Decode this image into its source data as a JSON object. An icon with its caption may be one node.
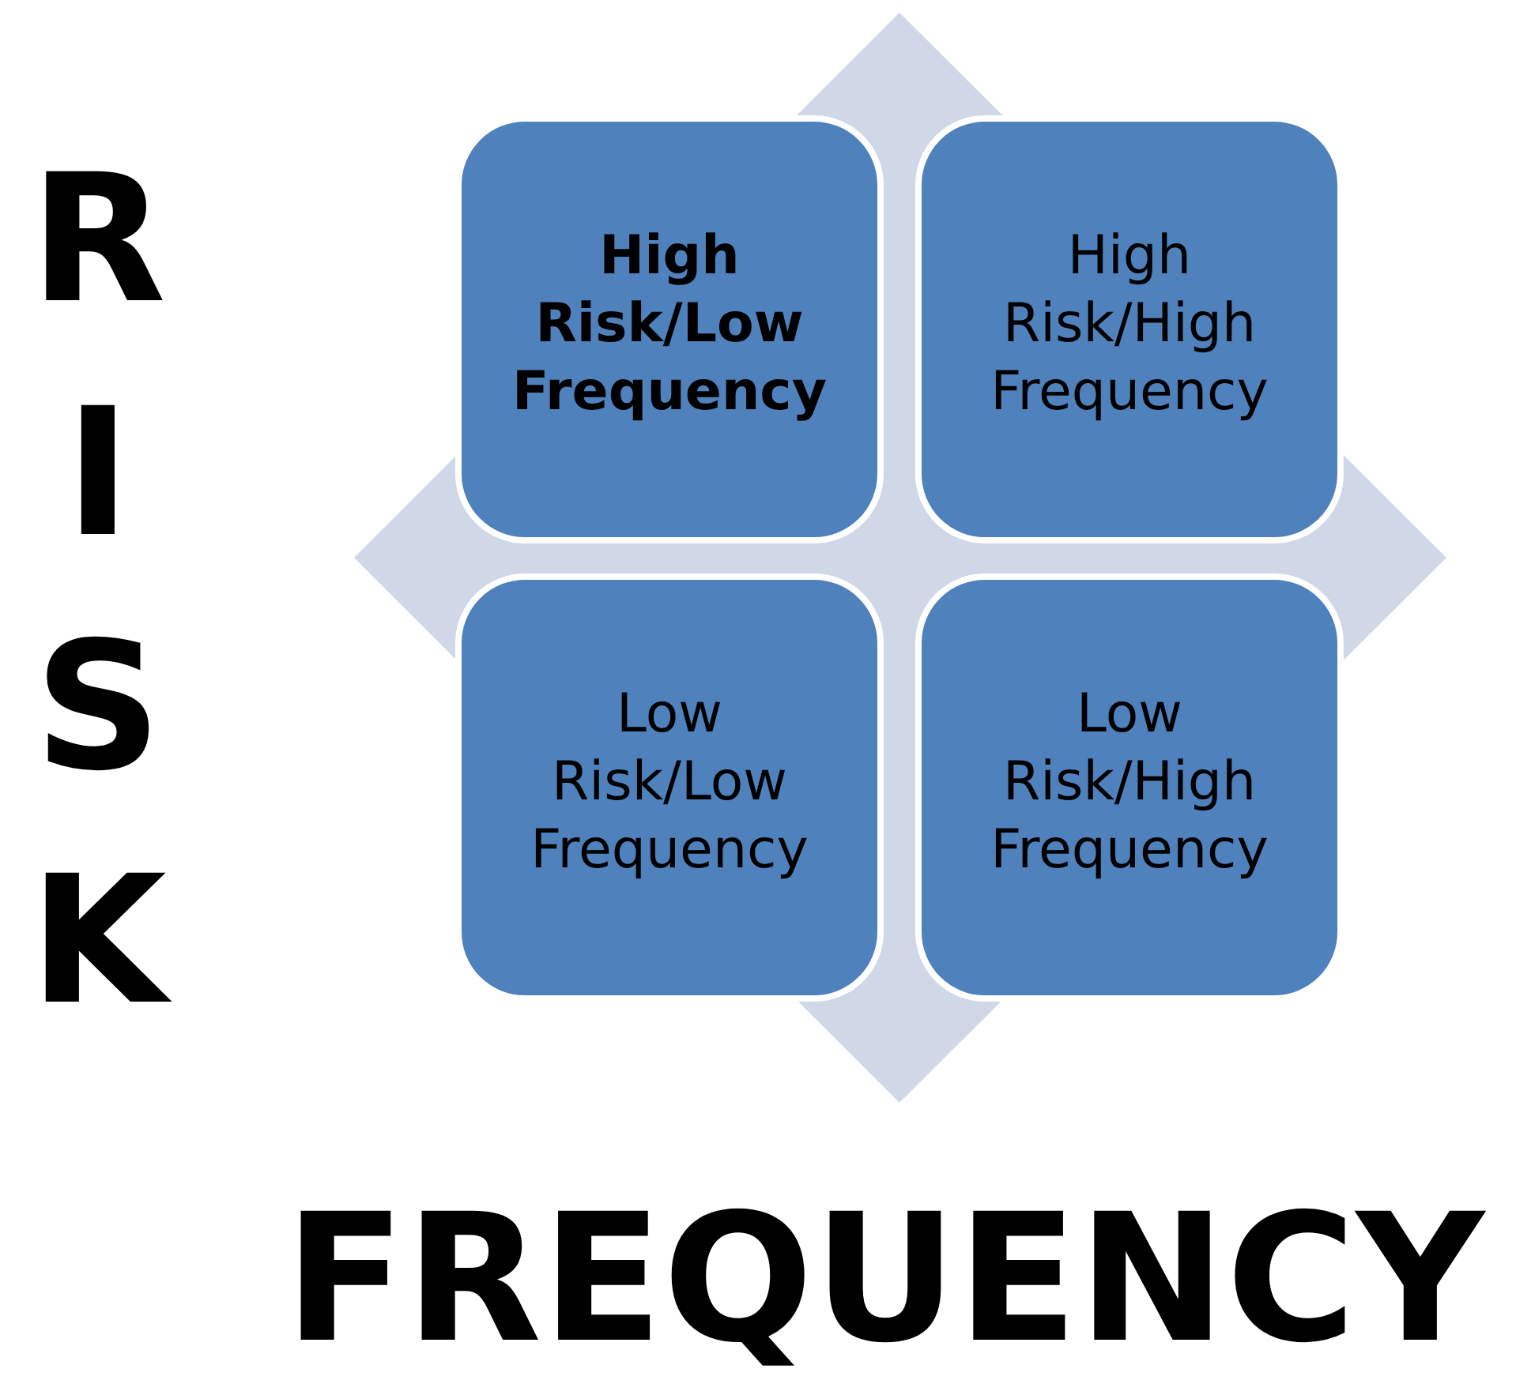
{
  "diagram": {
    "nodes": [
      {
        "text": [
          "High Risk/Low Frequency"
        ]
      },
      {
        "text": [
          "High Risk/High Frequency"
        ]
      },
      {
        "text": [
          "Low Risk/Low Frequency"
        ]
      },
      {
        "text": [
          "Low Risk/High Frequency"
        ]
      }
    ],
    "labels": [
      "RISK",
      "FREQUENCY"
    ]
  }
}
